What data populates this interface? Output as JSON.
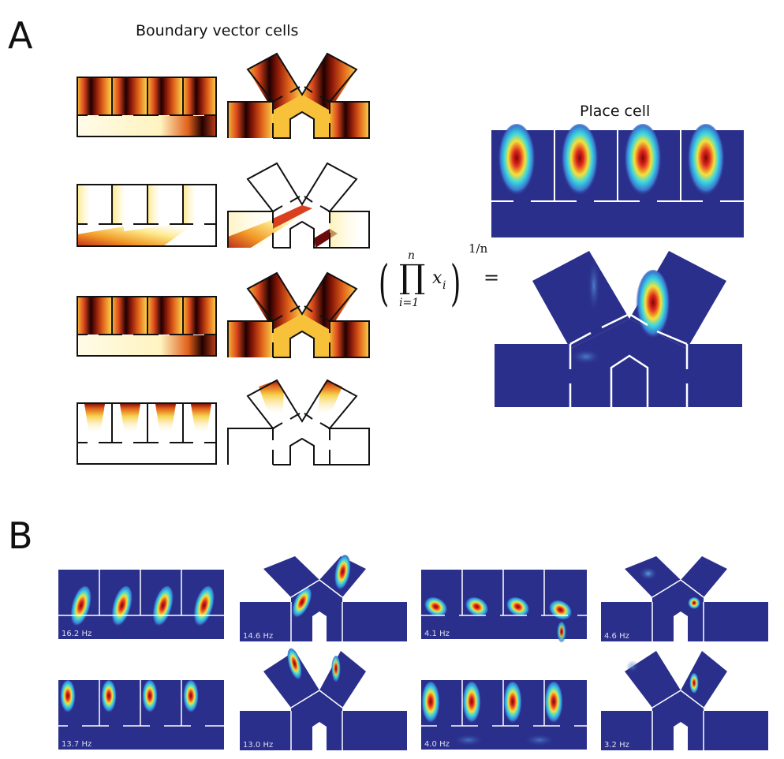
{
  "panel_a": {
    "letter": "A",
    "bvc_title": "Boundary vector cells",
    "place_title": "Place cell",
    "equation": {
      "operator": "∏",
      "upper": "n",
      "lower": "i=1",
      "term": "x",
      "subscript": "i",
      "exponent": "1/n",
      "equals": "="
    },
    "bvc_rows": [
      {
        "row": 1,
        "pattern": "vertical stripes near walls"
      },
      {
        "row": 2,
        "pattern": "diagonal band along bottom"
      },
      {
        "row": 3,
        "pattern": "vertical stripes near walls"
      },
      {
        "row": 4,
        "pattern": "fields below top walls"
      }
    ],
    "colormap_bvc": [
      "#ffffff",
      "#ffe680",
      "#f5a623",
      "#d2381e",
      "#1a0000"
    ],
    "colormap_place": [
      "#2a2f8c",
      "#3b7bd4",
      "#36d4e0",
      "#f2e83a",
      "#e8301e",
      "#8a0a0a"
    ]
  },
  "panel_b": {
    "letter": "B",
    "maps": [
      {
        "environment": "hairpin",
        "rate": "16.2 Hz"
      },
      {
        "environment": "y-maze",
        "rate": "14.6 Hz"
      },
      {
        "environment": "hairpin",
        "rate": "4.1 Hz"
      },
      {
        "environment": "y-maze",
        "rate": "4.6 Hz"
      },
      {
        "environment": "hairpin",
        "rate": "13.7 Hz"
      },
      {
        "environment": "y-maze",
        "rate": "13.0 Hz"
      },
      {
        "environment": "hairpin",
        "rate": "4.0 Hz"
      },
      {
        "environment": "y-maze",
        "rate": "3.2 Hz"
      }
    ]
  }
}
